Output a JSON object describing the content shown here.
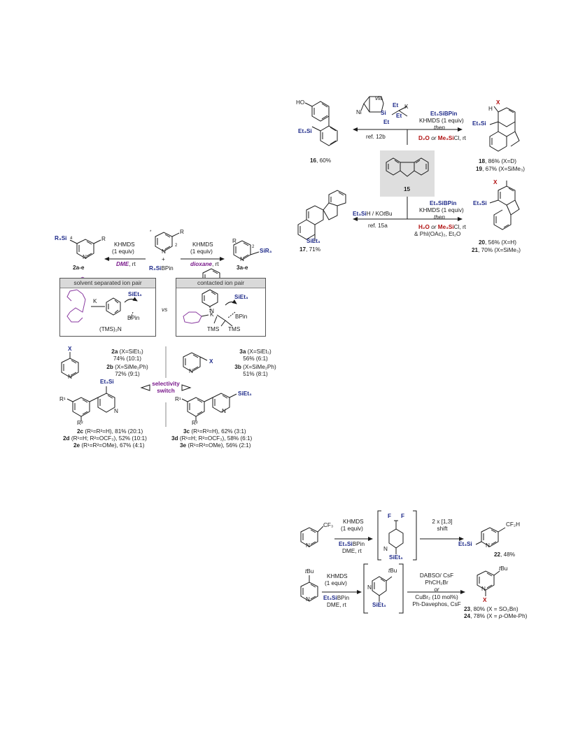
{
  "scheme_top": {
    "via": "via",
    "et": "Et",
    "k_plus": "K",
    "ni": "Ni",
    "si": "Si",
    "ho": "HO",
    "et3si": "Et₃Si",
    "c16": "16",
    "c16_yield": ", 60%",
    "ref12b": "ref. 12b",
    "c15": "15",
    "reagent_top_1": "Et₃SiBPin",
    "reagent_top_2": "KHMDS (1 equiv)",
    "reagent_top_then": "then",
    "reagent_top_4a": "D₂O",
    "reagent_top_4b": " or ",
    "reagent_top_4c": "Me₃Si",
    "reagent_top_4d": "Cl, rt",
    "x_label": "X",
    "h_label": "H",
    "c18": "18",
    "c18_text": ", 86% (X=D)",
    "c19": "19",
    "c19_text": ", 67% (X=SiMe₃)",
    "reagent_bl_a": "Et₃Si",
    "reagent_bl_b": "H / KO",
    "reagent_bl_c": "t",
    "reagent_bl_d": "Bu",
    "ref15a": "ref. 15a",
    "siet3": "SiEt₃",
    "c17": "17",
    "c17_yield": ", 71%",
    "reagent_br_1": "Et₃SiBPin",
    "reagent_br_2": "KHMDS (1 equiv)",
    "reagent_br_then": "then",
    "reagent_br_4a": "H₂O",
    "reagent_br_4b": " or ",
    "reagent_br_4c": "Me₃Si",
    "reagent_br_4d": "Cl, rt",
    "reagent_br_5": "& PhI(OAc)₂, Et₂O",
    "c20": "20",
    "c20_text": ", 56% (X=H)",
    "c21": "21",
    "c21_text": ", 70% (X=SiMe₃)"
  },
  "scheme_left": {
    "r3si": "R₃Si",
    "r": "R",
    "n": "N",
    "num4": "4",
    "num2": "2",
    "star": "*",
    "plus": "+",
    "r3sibpin": "R₃Si",
    "bpin": "BPin",
    "khmds": "KHMDS",
    "equiv": "(1 equiv)",
    "dme": "DME",
    "dioxane": "dioxane",
    "rt": ", rt",
    "c2ae": "2a-e",
    "c3ae": "3a-e",
    "sir3": "SiR₃",
    "box1_title": "solvent separated ion pair",
    "box2_title": "contacted ion pair",
    "vs": "vs",
    "k": "K",
    "siet3": "SiEt₃",
    "bpin_b": "BPin",
    "tms2n": "(TMS)₂N",
    "tms": "TMS",
    "x": "X",
    "c2a": "2a",
    "c2a_t": " (X=SiEt₃)",
    "c2a_y": "74% (10:1)",
    "c2b": "2b",
    "c2b_t": " (X=SiMe₂Ph)",
    "c2b_y": "72% (9:1)",
    "c3a": "3a",
    "c3a_t": " (X=SiEt₃)",
    "c3a_y": "56% (6:1)",
    "c3b": "3b",
    "c3b_t": " (X=SiMe₂Ph)",
    "c3b_y": "51% (8:1)",
    "selectivity": "selectivity",
    "switch": "switch",
    "et3si": "Et₃Si",
    "r1": "R¹",
    "r2": "R²",
    "c2c": "2c",
    "c2c_t": " (R¹=R²=H), 81% (20:1)",
    "c2d": "2d",
    "c2d_t": " (R¹=H; R²=OCF₃), 52% (10:1)",
    "c2e": "2e",
    "c2e_t": " (R¹=R²=OMe), 67% (4:1)",
    "c3c": "3c",
    "c3c_t": " (R¹=R²=H), 62% (3:1)",
    "c3d": "3d",
    "c3d_t": " (R¹=H; R²=OCF₃), 58% (6:1)",
    "c3e": "3e",
    "c3e_t": " (R¹=R²=OMe), 56% (2:1)"
  },
  "scheme_bottom": {
    "cf3": "CF₃",
    "khmds": "KHMDS",
    "equiv": "(1 equiv)",
    "et3si": "Et₃Si",
    "bpin": "BPin",
    "dme_rt": "DME, rt",
    "f": "F",
    "siet3": "SiEt₃",
    "shift1": "2 x [1,3]",
    "shift2": "shift",
    "cf2h": "CF₂H",
    "c22": "22",
    "c22_y": ", 48%",
    "tbu_t": "t",
    "tbu_bu": "Bu",
    "dabso": "DABSO/ CsF",
    "phch2br": "PhCH₂Br",
    "or": "or",
    "cubr2": "CuBr₂ (10 mol%)",
    "davephos": "Ph-Davephos, CsF",
    "x": "X",
    "c23": "23",
    "c23_t": ", 80% (X = SO₂Bn)",
    "c24": "24",
    "c24_t": ", 78% (X = ",
    "c24_p": "p",
    "c24_t2": "-OMe-Ph)",
    "n": "N"
  }
}
